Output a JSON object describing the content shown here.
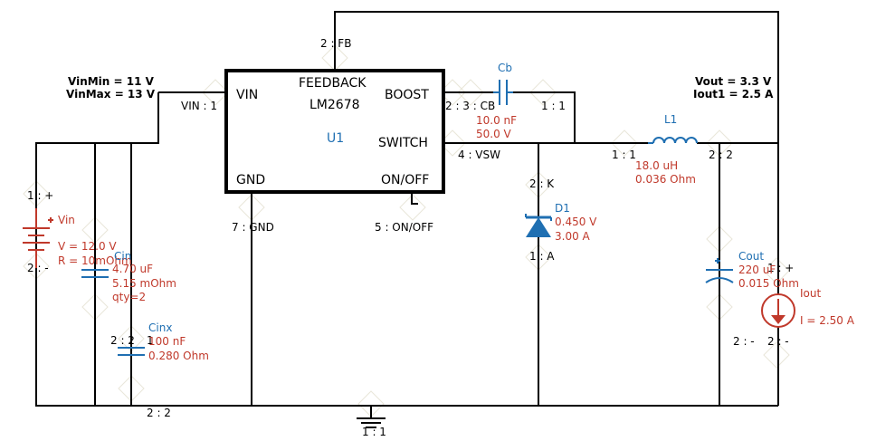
{
  "spec": {
    "vin_min": "VinMin = 11  V",
    "vin_max": "VinMax = 13  V",
    "vout": "Vout = 3.3  V",
    "iout1": "Iout1 = 2.5  A"
  },
  "ic": {
    "ref": "U1",
    "part": "LM2678",
    "pins": {
      "feedback": "FEEDBACK",
      "vin": "VIN",
      "boost": "BOOST",
      "switch": "SWITCH",
      "gnd": "GND",
      "onoff": "ON/OFF"
    }
  },
  "nets": {
    "fb": "2 : FB",
    "vin": "VIN : 1",
    "cb": "2 : 3 : CB",
    "vsw": "4 : VSW",
    "gnd": "7 : GND",
    "onoff": "5 : ON/OFF",
    "cb_r": "1 : 1",
    "l1_l": "1 : 1",
    "l1_r": "2 : 2",
    "cinx_l": "2 : 2",
    "cinx_r": "1",
    "bottom": "2 : 2",
    "ground": "1 : 1",
    "vin_p": "1 : +",
    "vin_m": "2 : -",
    "d1_k": "2 : K",
    "d1_a": "1 : A",
    "cout_p": "1 : +",
    "cout_m": "2 : -",
    "iout_m": "2 : -"
  },
  "components": {
    "vin": {
      "ref": "Vin",
      "v": "V = 12.0  V",
      "r": "R = 10mOhm"
    },
    "cin": {
      "ref": "Cin",
      "c": "4.70 uF",
      "esr": "5.15 mOhm",
      "qty": "qty=2"
    },
    "cinx": {
      "ref": "Cinx",
      "c": "100 nF",
      "esr": "0.280 Ohm"
    },
    "cb": {
      "ref": "Cb",
      "c": "10.0 nF",
      "v": "50.0 V"
    },
    "l1": {
      "ref": "L1",
      "l": "18.0 uH",
      "r": "0.036 Ohm"
    },
    "d1": {
      "ref": "D1",
      "vf": "0.450 V",
      "i": "3.00 A"
    },
    "cout": {
      "ref": "Cout",
      "c": "220 uF",
      "esr": "0.015  Ohm"
    },
    "iout": {
      "ref": "Iout",
      "i": "I = 2.50  A"
    }
  },
  "colors": {
    "wire": "#000000",
    "value_red": "#c0392b",
    "ref_blue": "#1f6fb2"
  }
}
